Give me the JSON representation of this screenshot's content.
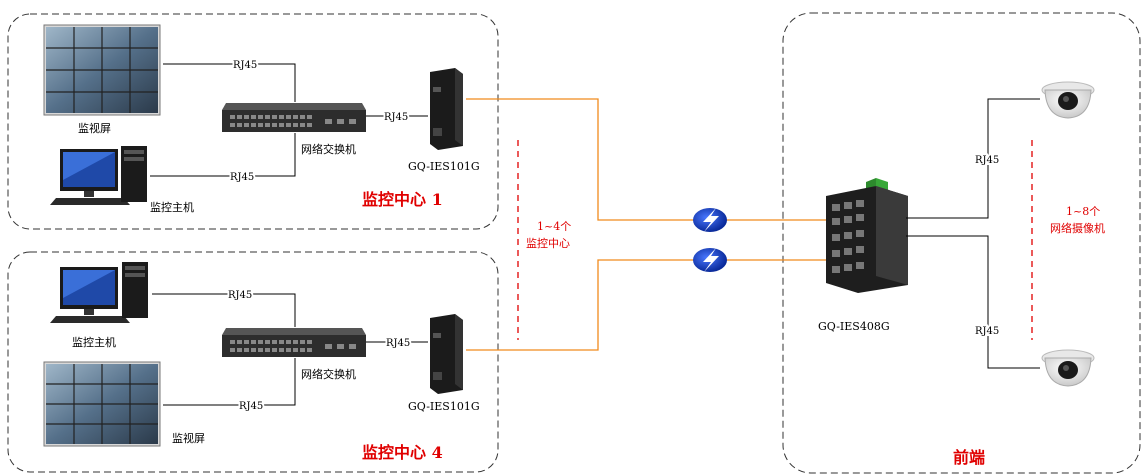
{
  "zones": {
    "center1_title": "监控中心 1",
    "center4_title": "监控中心 4",
    "front_title": "前端"
  },
  "devices": {
    "monitor_wall_label_top": "监视屏",
    "monitor_wall_label_bottom": "监视屏",
    "host_label_top": "监控主机",
    "host_label_bottom": "监控主机",
    "switch_label_top": "网络交换机",
    "switch_label_bottom": "网络交换机",
    "converter_label_top": "GQ-IES101G",
    "converter_label_bottom": "GQ-IES101G",
    "industrial_switch_label": "GQ-IES408G"
  },
  "links": {
    "rj45": "RJ45"
  },
  "notes": {
    "centers_count_line1": "1~4个",
    "centers_count_line2": "监控中心",
    "cameras_count_line1": "1~8个",
    "cameras_count_line2": "网络摄像机"
  },
  "colors": {
    "fiber": "#f08a1c",
    "title_red": "#e00000",
    "globe_blue": "#1a45c8"
  }
}
